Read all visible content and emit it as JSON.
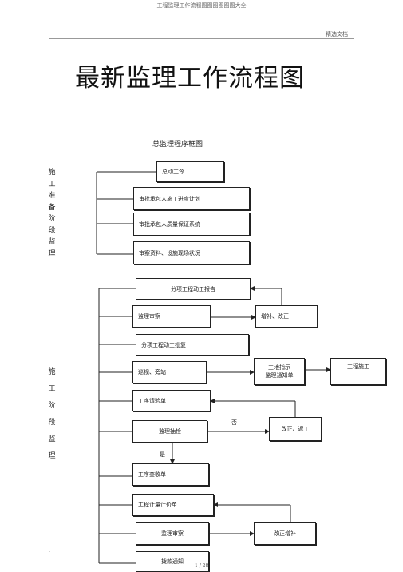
{
  "header": {
    "doc_title": "工程监理工作流程图图图图图图大全",
    "right_label": "精选文档"
  },
  "title": "最新监理工作流程图",
  "diagram": {
    "title": "总监理程序框图",
    "phase1_label": [
      "施",
      "工",
      "准",
      "备",
      "阶",
      "段",
      "监",
      "理"
    ],
    "phase2_label": [
      "施",
      "工",
      "阶",
      "段",
      "监",
      "理"
    ],
    "prep_boxes": {
      "start_order": "总动工令",
      "review_schedule": "审批承包人施工进度计划",
      "review_quality": "审批承包人质量保证系统",
      "review_data": "审察资料、设施现场状况"
    },
    "construction_boxes": {
      "subitem_report": "分项工程动工报告",
      "supervisor_review": "监理审察",
      "supplement_correct": "增补、改正",
      "subitem_approval": "分项工程动工批复",
      "patrol_station": "巡视、旁站",
      "site_instruction_line1": "工地指示",
      "site_instruction_line2": "监理通知单",
      "construction": "工程施工",
      "process_inspection": "工序请验单",
      "spot_check": "监理抽检",
      "rectify_rework": "改正、返工",
      "process_acceptance": "工序查收单",
      "measurement": "工程计量计价单",
      "supervisor_review_2": "监理审察",
      "correct_supplement": "改正增补",
      "payment_notice": "拨款通知"
    },
    "labels": {
      "no": "否",
      "yes": "是"
    }
  },
  "footer": {
    "page": "1 / 28",
    "dot": "."
  }
}
